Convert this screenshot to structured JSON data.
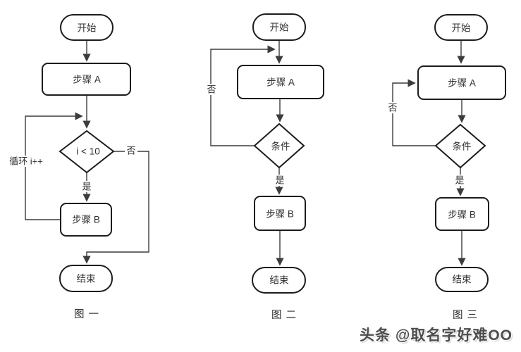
{
  "figures": [
    {
      "caption": "图 一",
      "nodes": {
        "start": "开始",
        "step_a": "步骤 A",
        "condition": "i < 10",
        "step_b": "步骤 B",
        "end": "结束"
      },
      "labels": {
        "yes": "是",
        "no": "否",
        "loop": "循环 i++"
      }
    },
    {
      "caption": "图 二",
      "nodes": {
        "start": "开始",
        "step_a": "步骤 A",
        "condition": "条件",
        "step_b": "步骤 B",
        "end": "结束"
      },
      "labels": {
        "yes": "是",
        "no": "否"
      }
    },
    {
      "caption": "图 三",
      "nodes": {
        "start": "开始",
        "step_a": "步骤 A",
        "condition": "条件",
        "step_b": "步骤 B",
        "end": "结束"
      },
      "labels": {
        "yes": "是",
        "no": "否"
      }
    }
  ],
  "watermark": "头条 @取名字好难OO",
  "colors": {
    "background": "#ffffff",
    "shape_stroke": "#1c1c1c",
    "connector": "#3c3c3c",
    "text": "#2f2f2f",
    "watermark_text": "#4d4d4d"
  }
}
